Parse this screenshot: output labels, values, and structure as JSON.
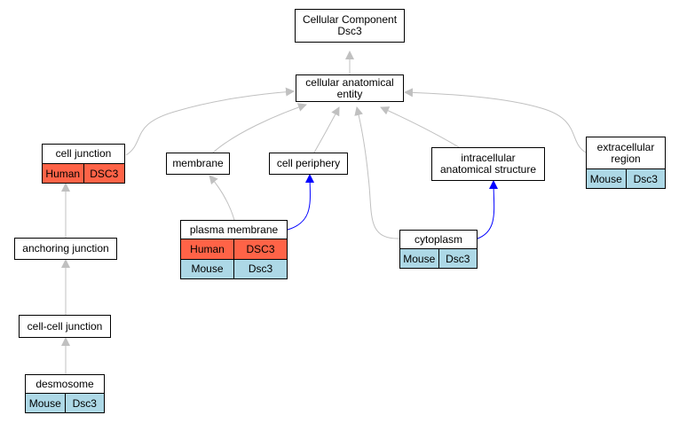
{
  "colors": {
    "is_a_edge": "#c0c0c0",
    "part_of_edge": "#0000ff",
    "human": "#ff6347",
    "mouse": "#add8e6"
  },
  "nodes": {
    "root": {
      "line1": "Cellular Component",
      "line2": "Dsc3"
    },
    "cae": {
      "line1": "cellular anatomical",
      "line2": "entity"
    },
    "cell_junction": {
      "label": "cell junction",
      "rows": [
        [
          "Human",
          "DSC3"
        ]
      ]
    },
    "membrane": {
      "label": "membrane"
    },
    "cell_periphery": {
      "label": "cell periphery"
    },
    "intracellular": {
      "line1": "intracellular",
      "line2": "anatomical structure"
    },
    "extracellular": {
      "line1": "extracellular",
      "line2": "region",
      "rows": [
        [
          "Mouse",
          "Dsc3"
        ]
      ]
    },
    "plasma_membrane": {
      "label": "plasma membrane",
      "rows": [
        [
          "Human",
          "DSC3"
        ],
        [
          "Mouse",
          "Dsc3"
        ]
      ]
    },
    "cytoplasm": {
      "label": "cytoplasm",
      "rows": [
        [
          "Mouse",
          "Dsc3"
        ]
      ]
    },
    "anchoring_junction": {
      "label": "anchoring junction"
    },
    "cell_cell_junction": {
      "label": "cell-cell junction"
    },
    "desmosome": {
      "label": "desmosome",
      "rows": [
        [
          "Mouse",
          "Dsc3"
        ]
      ]
    }
  }
}
